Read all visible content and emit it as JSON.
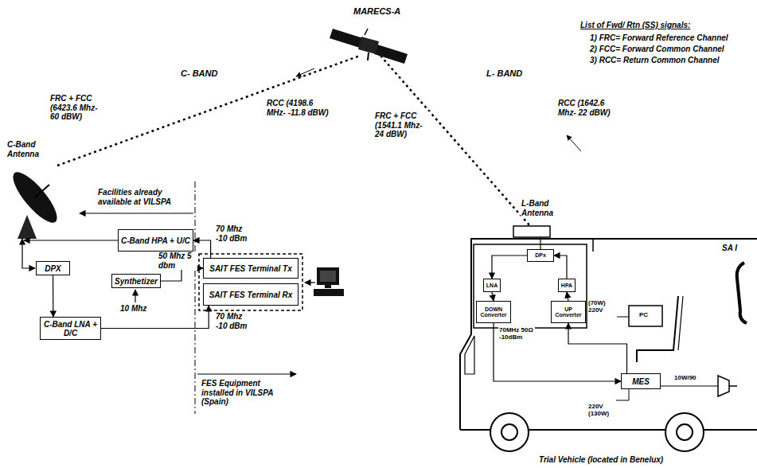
{
  "diagram": {
    "nodes": [
      {
        "text": [
          "C-Band HPA + U/C"
        ]
      },
      {
        "text": [
          "DPX"
        ]
      },
      {
        "text": [
          "Synthetizer"
        ]
      },
      {
        "text": [
          "SAIT FES Terminal Tx"
        ]
      },
      {
        "text": [
          "SAIT FES Terminal Rx"
        ]
      },
      {
        "text": [
          "C-Band LNA + D/C"
        ]
      },
      {
        "text": [
          "DPx"
        ]
      },
      {
        "text": [
          "LNA"
        ]
      },
      {
        "text": [
          "HPA"
        ]
      },
      {
        "text": [
          "DOWN Converter"
        ]
      },
      {
        "text": [
          "UP Converter"
        ]
      },
      {
        "text": [
          "MES"
        ]
      }
    ],
    "edges": [
      {
        "from": 3,
        "to": 0,
        "arrow": "to"
      },
      {
        "from": 1,
        "to": 5,
        "arrow": "to"
      },
      {
        "from": 2,
        "to": 3,
        "arrow": "to"
      },
      {
        "from": 5,
        "to": 4,
        "arrow": "to"
      },
      {
        "from": 6,
        "to": 7,
        "arrow": "to"
      },
      {
        "from": 8,
        "to": 6,
        "arrow": "to"
      },
      {
        "from": 7,
        "to": 9,
        "arrow": "to"
      },
      {
        "from": 10,
        "to": 8,
        "arrow": "to"
      },
      {
        "from": 9,
        "to": 11,
        "arrow": "to"
      },
      {
        "from": 11,
        "to": 10,
        "arrow": "to"
      }
    ],
    "labels": [
      "MARECS-A",
      "List of Fwd/ Rtn (SS) signals:",
      "1) FRC= Forward Reference Channel",
      "2) FCC= Forward Common Channel",
      "3) RCC= Return Common Channel",
      "C- BAND",
      "L- BAND",
      "FRC + FCC (6423.6 Mhz- 60 dBW)",
      "RCC (4198.6 MHz- -11.8 dBW)",
      "FRC + FCC (1541.1 Mhz- 24 dBW)",
      "RCC (1642.6 Mhz- 22 dBW)",
      "C-Band Antenna",
      "Facilities already available at VILSPA",
      "70 Mhz -10 dBm",
      "50 Mhz 5 dbm",
      "10 Mhz",
      "70 Mhz -10 dBm",
      "FES Equipment installed in VILSPA (Spain)",
      "L-Band Antenna",
      "70MHz 50Ω -10dBm",
      "(70W) 220V",
      "220V (130W)",
      "10W/90",
      "PC",
      "SA I",
      "Trial Vehicle (located in Benelux)"
    ]
  }
}
